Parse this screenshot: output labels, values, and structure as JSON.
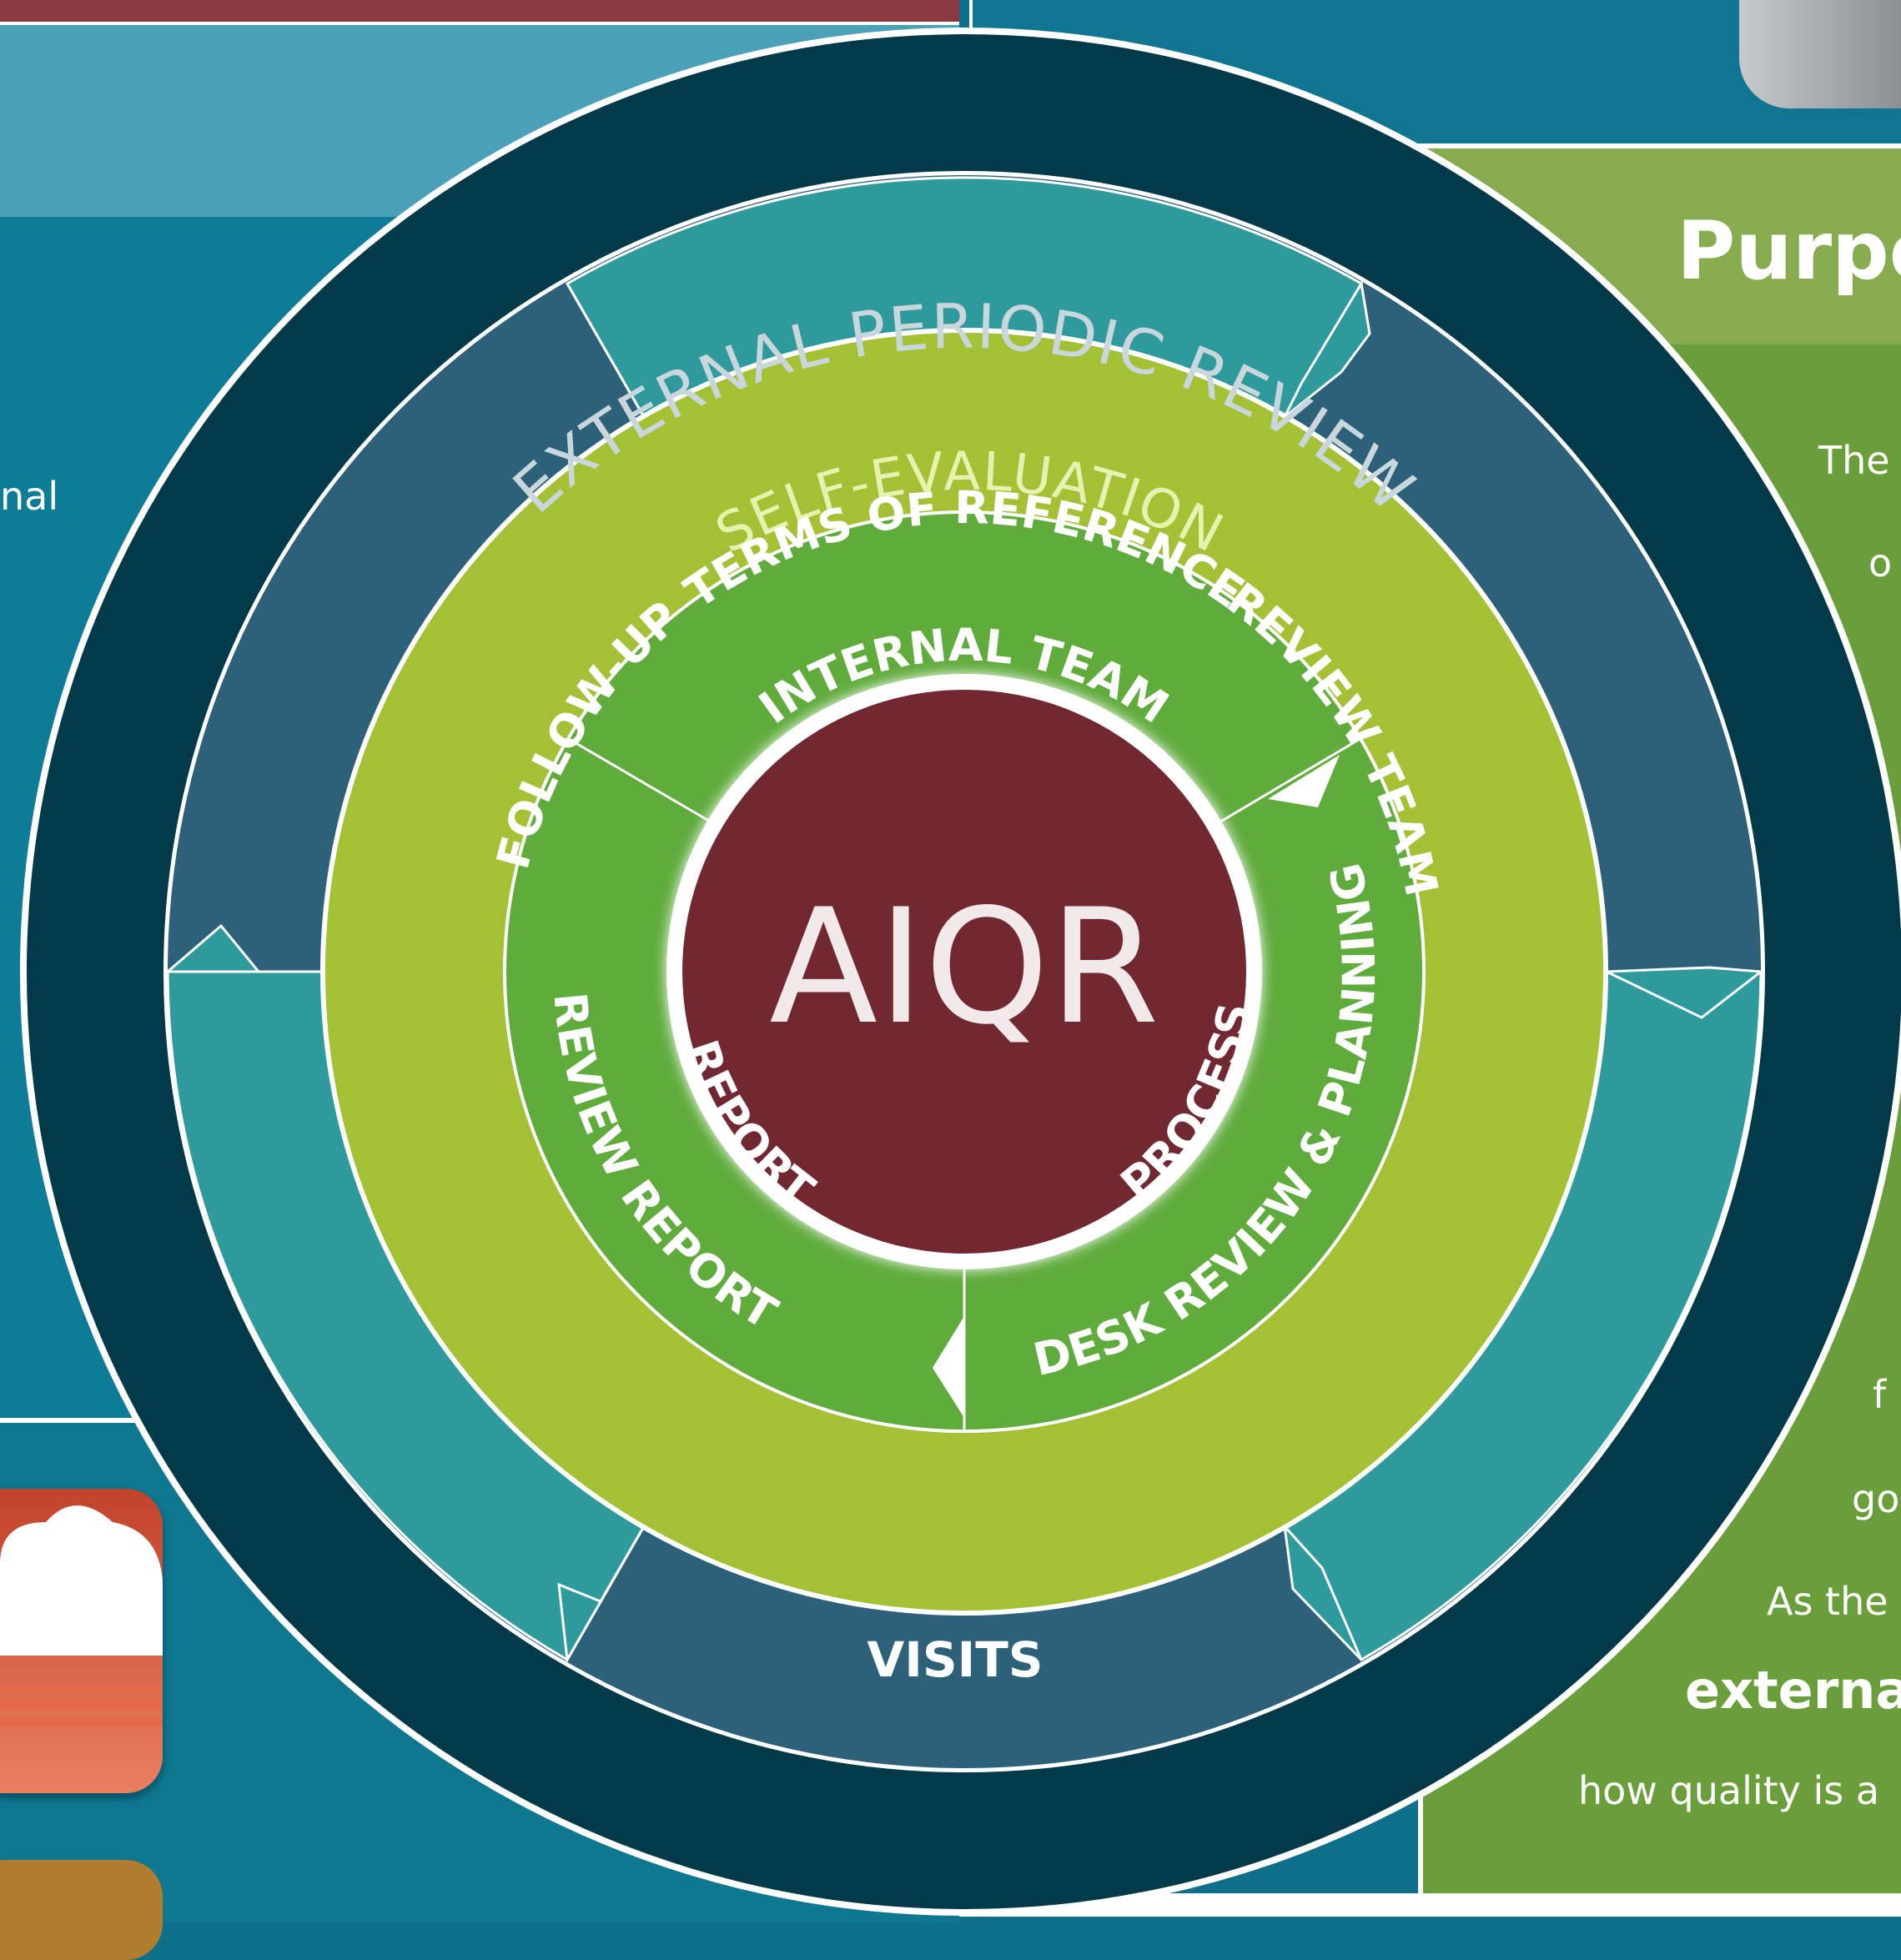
{
  "diagram": {
    "center": "AIQR",
    "outer_ring": "EXTERNAL PERIODIC REVIEW",
    "outer_stages": [
      "TERMS OF REFERENCE",
      "REVIEW TEAM",
      "DESK REVIEW & PLANNING",
      "VISITS",
      "REVIEW REPORT",
      "FOLLOW-UP"
    ],
    "middle_ring": "SELF-EVALUATION",
    "inner_stages": [
      "INTERNAL TEAM",
      "PROCESS",
      "REPORT"
    ]
  },
  "right_panel": {
    "title": "Purpo",
    "lines": [
      "The",
      "o",
      "f",
      "go",
      "As the",
      "externa",
      "how quality is a"
    ]
  },
  "left_panel": {
    "snippet": "nal"
  },
  "colors": {
    "outer_ring": "#023a4a",
    "outer_segment_teal": "#2f9a9c",
    "outer_segment_slate": "#2d6079",
    "middle_ring": "#a4c034",
    "inner_ring": "#5fab3c",
    "center": "#722830"
  }
}
